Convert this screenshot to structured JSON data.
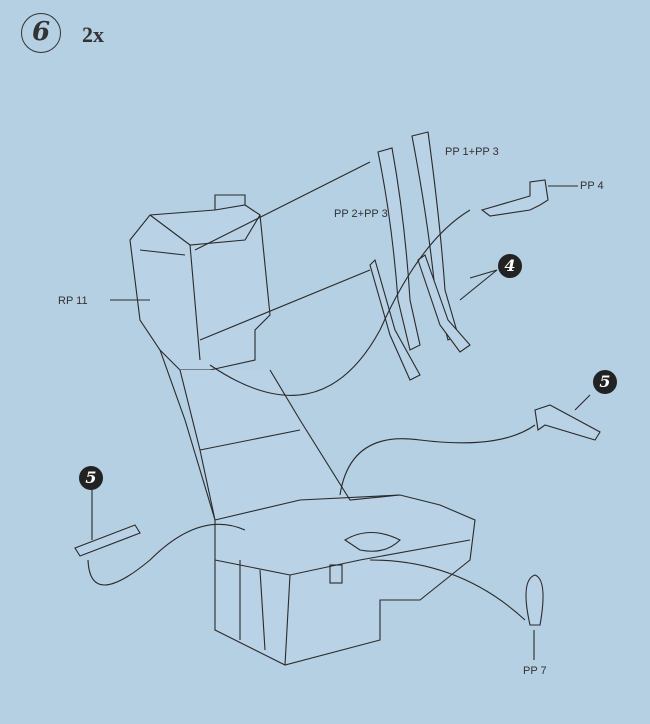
{
  "step": {
    "number": "6",
    "quantity": "2x"
  },
  "labels": {
    "rp11": "RP 11",
    "pp1_pp3": "PP 1+PP 3",
    "pp2_pp3": "PP 2+PP 3",
    "pp4": "PP 4",
    "pp7": "PP 7"
  },
  "callouts": {
    "c4": "4",
    "c5_right": "5",
    "c5_left": "5"
  }
}
